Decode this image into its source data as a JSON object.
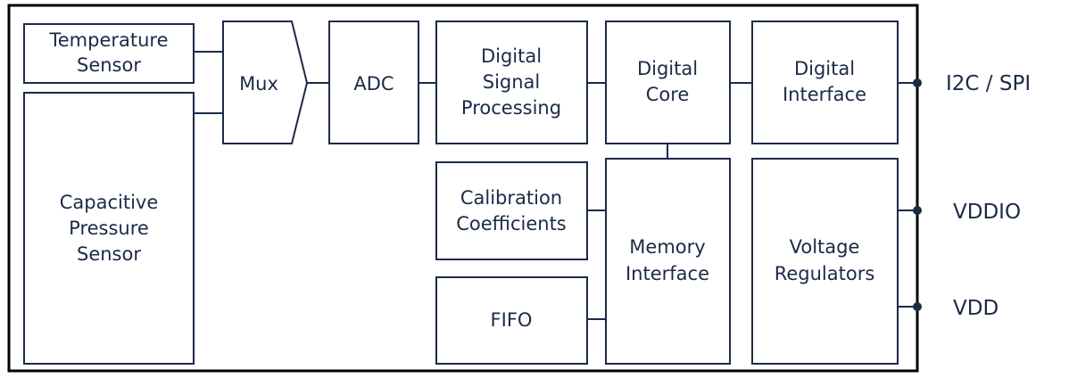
{
  "blocks": {
    "temperature_sensor": [
      "Temperature",
      "Sensor"
    ],
    "pressure_sensor": [
      "Capacitive",
      "Pressure",
      "Sensor"
    ],
    "mux": [
      "Mux"
    ],
    "adc": [
      "ADC"
    ],
    "dsp": [
      "Digital",
      "Signal",
      "Processing"
    ],
    "digital_core": [
      "Digital",
      "Core"
    ],
    "digital_interface": [
      "Digital",
      "Interface"
    ],
    "calibration": [
      "Calibration",
      "Coefficients"
    ],
    "fifo": [
      "FIFO"
    ],
    "memory_interface": [
      "Memory",
      "Interface"
    ],
    "voltage_regulators": [
      "Voltage",
      "Regulators"
    ]
  },
  "pins": {
    "i2c_spi": "I2C / SPI",
    "vddio": "VDDIO",
    "vdd": "VDD"
  },
  "colors": {
    "line": "#1b2a47",
    "outer_border": "#000000",
    "background": "#ffffff"
  }
}
